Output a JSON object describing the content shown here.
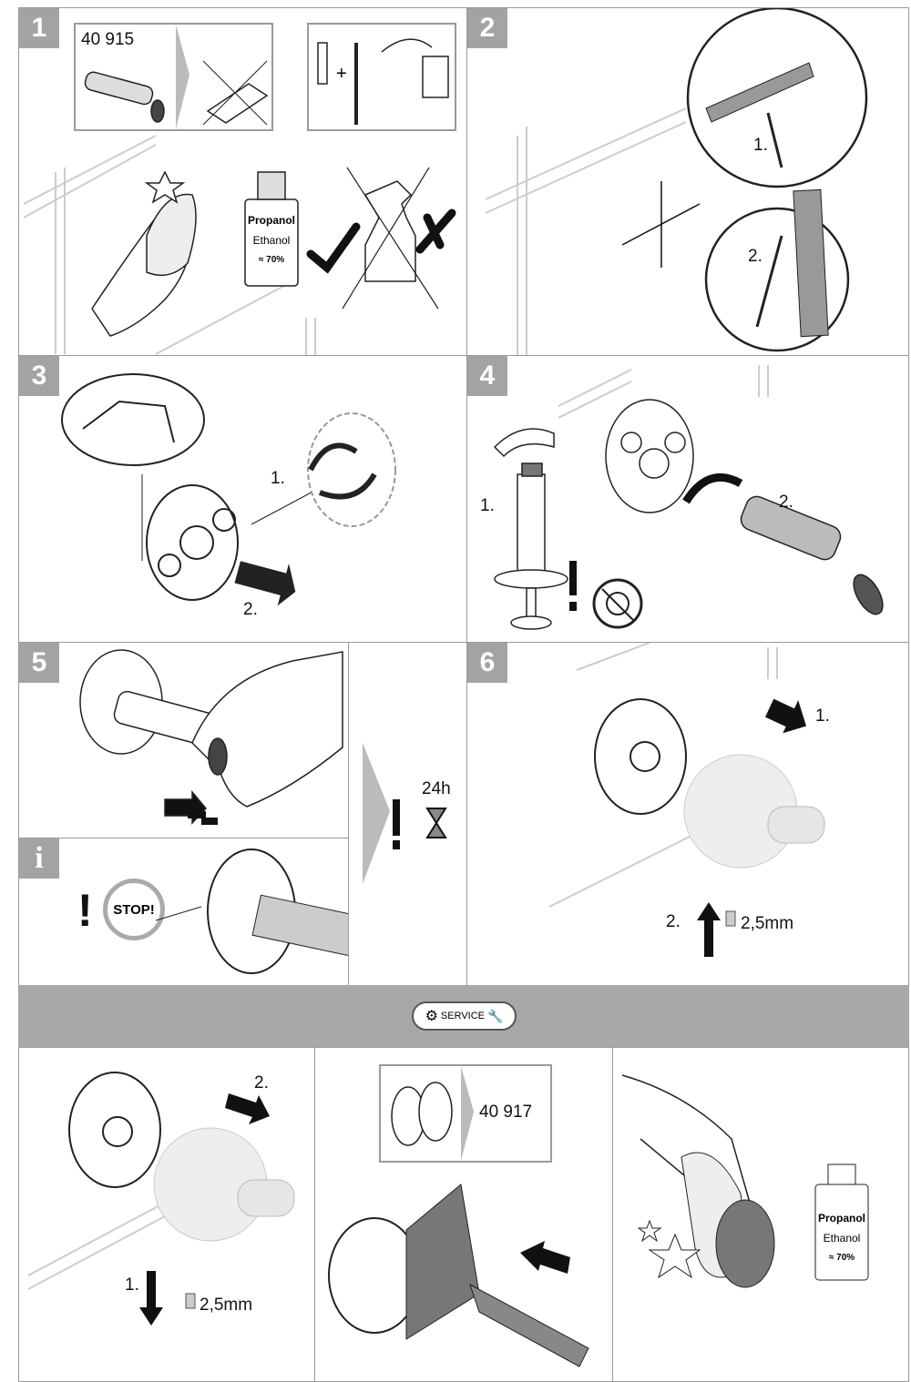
{
  "steps": {
    "s1": {
      "number": "1",
      "article": "40 915",
      "bottle": {
        "line1": "Propanol",
        "line2": "Ethanol",
        "line3": "≈ 70%"
      }
    },
    "s2": {
      "number": "2",
      "sub1": "1.",
      "sub2": "2."
    },
    "s3": {
      "number": "3",
      "sub1": "1.",
      "sub2": "2."
    },
    "s4": {
      "number": "4",
      "sub1": "1.",
      "sub2": "2."
    },
    "s5": {
      "number": "5"
    },
    "cure": {
      "time": "24h",
      "warning": "!"
    },
    "info": {
      "warning": "!",
      "stop": "STOP!"
    },
    "s6": {
      "number": "6",
      "sub1": "1.",
      "sub2": "2.",
      "size": "2,5mm"
    }
  },
  "service": {
    "label": "SERVICE",
    "removal": {
      "sub1": "1.",
      "sub2": "2.",
      "size": "2,5mm"
    },
    "replacement": {
      "article": "40 917"
    },
    "cleaning": {
      "bottle": {
        "line1": "Propanol",
        "line2": "Ethanol",
        "line3": "≈ 70%"
      }
    }
  },
  "colors": {
    "badge": "#a3a3a3",
    "border": "#9a9a9a",
    "service_bar": "#a8a8a8"
  }
}
